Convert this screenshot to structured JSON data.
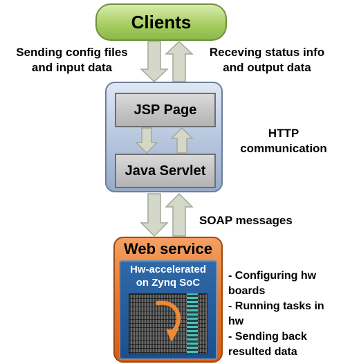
{
  "clients": {
    "label": "Clients"
  },
  "top_flow": {
    "left_label": [
      "Sending config files",
      "and input data"
    ],
    "right_label": [
      "Receving status info",
      "and output data"
    ]
  },
  "web_tier": {
    "jsp_label": "JSP Page",
    "servlet_label": "Java Servlet",
    "side_label": [
      "HTTP",
      "communication"
    ]
  },
  "soap": {
    "label": "SOAP messages"
  },
  "web_service": {
    "title": "Web service",
    "inner_label": [
      "Hw-accelerated",
      "on Zynq SoC"
    ]
  },
  "notes": [
    "- Configuring hw",
    "boards",
    "- Running tasks in",
    "hw",
    "- Sending back",
    "resulted data"
  ],
  "colors": {
    "clients_fill": "#a9cf63",
    "web_tier_fill": "#b9c8df",
    "inner_box_fill": "#c4c4c4",
    "web_service_fill": "#e8762a",
    "inner_panel_fill": "#2f69a8",
    "arrow_fill": "#d4d8c8",
    "arrow_stroke": "#a4a898"
  },
  "icons": [
    "up-arrow-icon",
    "down-arrow-icon",
    "curved-arrow-icon",
    "fpga-board-icon"
  ]
}
